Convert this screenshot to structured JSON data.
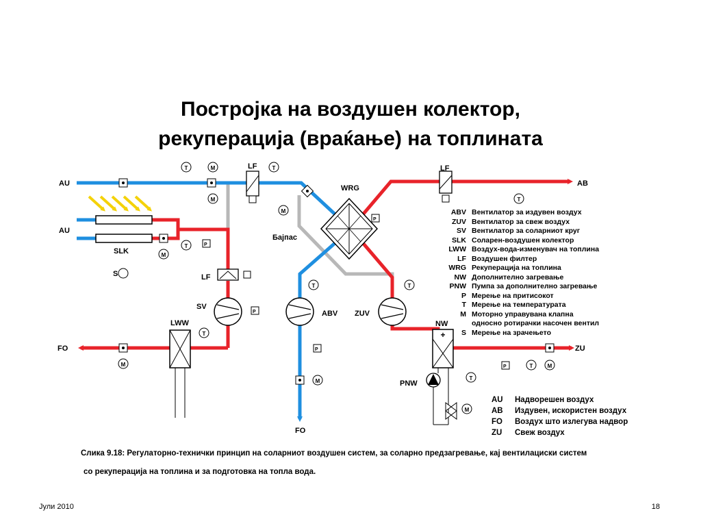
{
  "title": {
    "line1": "Постројка на воздушен колектор,",
    "line2": "рекуперација (враќање) на топлината"
  },
  "labels": {
    "au_top": "AU",
    "au_mid": "AU",
    "ab": "AB",
    "fo_left": "FO",
    "fo_bottom": "FO",
    "zu": "ZU",
    "lf_top": "LF",
    "lf_right": "LF",
    "lf_mid": "LF",
    "wrg": "WRG",
    "bypass": "Бајпас",
    "slk": "SLK",
    "sv": "SV",
    "lww": "LWW",
    "abv": "ABV",
    "zuv": "ZUV",
    "nw": "NW",
    "pnw": "PNW",
    "s": "S",
    "t": "T",
    "m": "M",
    "p": "P"
  },
  "legend": [
    {
      "abbr": "ABV",
      "text": "Вентилатор за издувен воздух"
    },
    {
      "abbr": "ZUV",
      "text": "Вентилатор за свеж воздух"
    },
    {
      "abbr": "SV",
      "text": "Вентилатор за соларниот круг"
    },
    {
      "abbr": "SLK",
      "text": "Соларен-воздушен колектор"
    },
    {
      "abbr": "LWW",
      "text": "Воздух-вода-изменувач на топлина"
    },
    {
      "abbr": "LF",
      "text": "Воздушен филтер"
    },
    {
      "abbr": "WRG",
      "text": "Рекуперација на топлина"
    },
    {
      "abbr": "NW",
      "text": "Дополнително загревање"
    },
    {
      "abbr": "PNW",
      "text": "Пумпа за дополнително загревање"
    },
    {
      "abbr": "P",
      "text": "Мерење на притисокот"
    },
    {
      "abbr": "T",
      "text": "Мерење на температурата"
    },
    {
      "abbr": "M",
      "text": "Моторно управувана клапна"
    },
    {
      "abbr": "",
      "text": "односно ротирачки насочен вентил"
    },
    {
      "abbr": "S",
      "text": "Мерење на зрачењето"
    }
  ],
  "legend2": [
    {
      "abbr": "AU",
      "text": "Надворешен воздух"
    },
    {
      "abbr": "AB",
      "text": "Издувен, искористен воздух"
    },
    {
      "abbr": "FO",
      "text": "Воздух што излегува надвор"
    },
    {
      "abbr": "ZU",
      "text": "Свеж воздух"
    }
  ],
  "caption": {
    "line1": "Слика 9.18: Регулаторно-технички принцип на соларниот воздушен систем, за соларно предзагревање, кај вентилациски систем",
    "line2": "со рекуперација на топлина и за подготовка на топла вода."
  },
  "footer": {
    "left": "Јули 2010",
    "right": "18"
  },
  "colors": {
    "cold": "#1f8fe0",
    "warm": "#e8232a",
    "bypass": "#b8b8b8",
    "sun": "#f4d20a"
  }
}
